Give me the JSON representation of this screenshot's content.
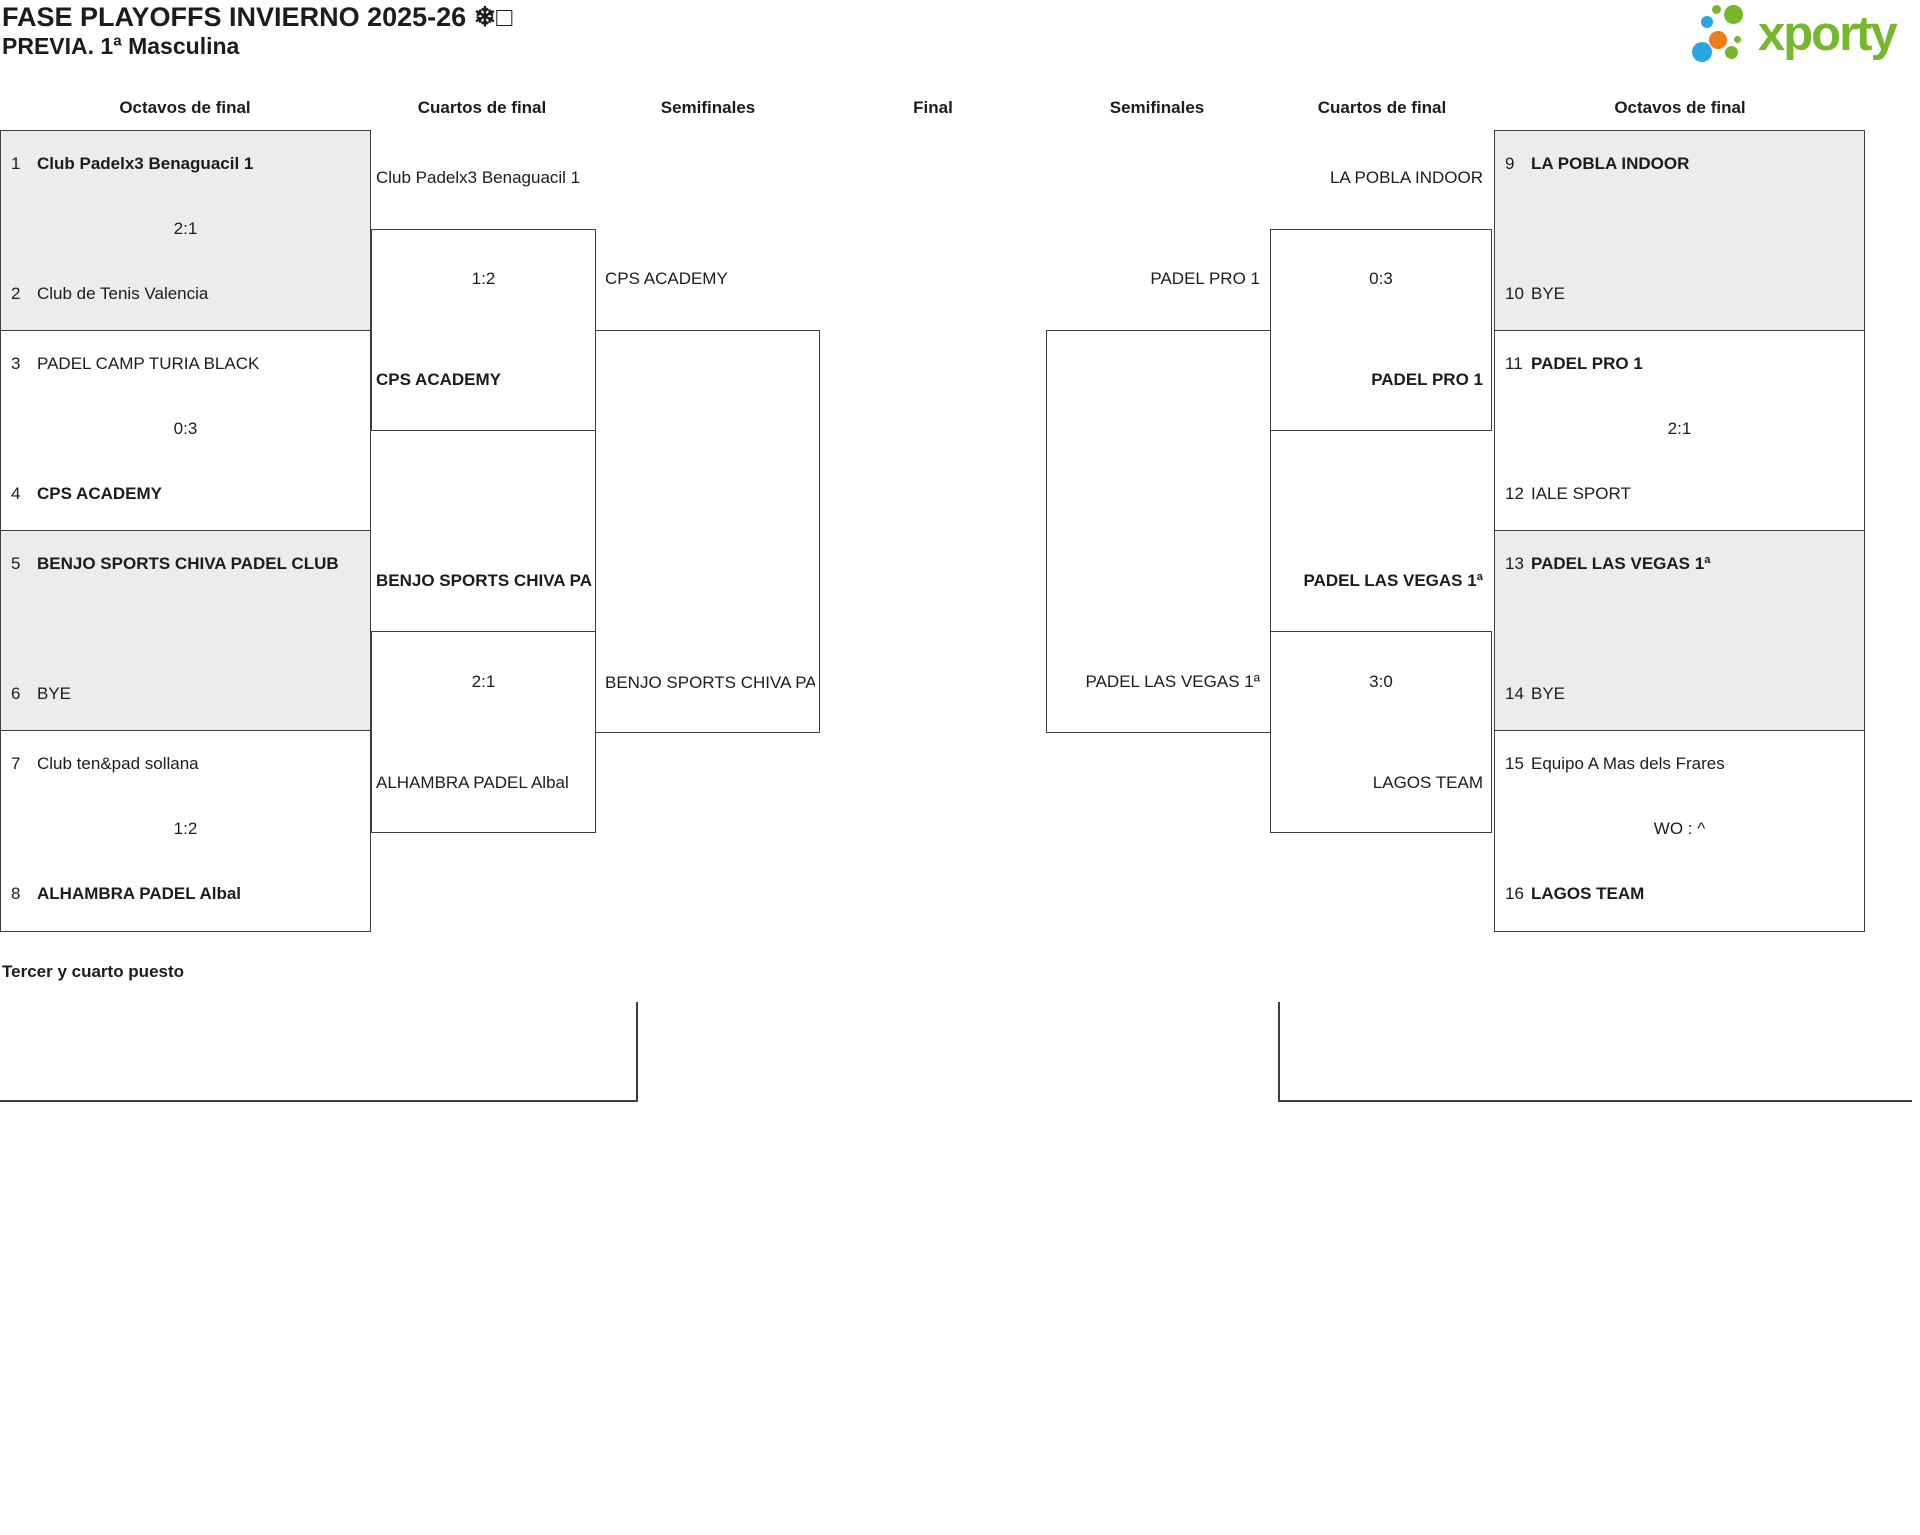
{
  "header": {
    "title": "FASE PLAYOFFS INVIERNO 2025-26 ❄□",
    "subtitle": "PREVIA. 1ª Masculina",
    "logo": {
      "text": "xporty",
      "green": "#76b82d",
      "blue": "#2aa7e0",
      "orange": "#ec7b1c"
    }
  },
  "columns": {
    "octavos_left": "Octavos de final",
    "cuartos_left": "Cuartos de final",
    "semis_left": "Semifinales",
    "final": "Final",
    "semis_right": "Semifinales",
    "cuartos_right": "Cuartos de final",
    "octavos_right": "Octavos de final"
  },
  "bracket": {
    "octavos_left": [
      {
        "seed1": "1",
        "team1": "Club Padelx3 Benaguacil 1",
        "bold1": true,
        "score": "2:1",
        "seed2": "2",
        "team2": "Club de Tenis Valencia",
        "bold2": false
      },
      {
        "seed1": "3",
        "team1": "PADEL CAMP TURIA BLACK",
        "bold1": false,
        "score": "0:3",
        "seed2": "4",
        "team2": "CPS ACADEMY",
        "bold2": true
      },
      {
        "seed1": "5",
        "team1": "BENJO SPORTS CHIVA PADEL CLUB",
        "bold1": true,
        "score": "",
        "seed2": "6",
        "team2": "BYE",
        "bold2": false
      },
      {
        "seed1": "7",
        "team1": "Club ten&pad sollana",
        "bold1": false,
        "score": "1:2",
        "seed2": "8",
        "team2": "ALHAMBRA PADEL Albal",
        "bold2": true
      }
    ],
    "cuartos_left": [
      {
        "team1": "Club Padelx3 Benaguacil 1",
        "bold1": false,
        "score": "1:2",
        "team2": "CPS ACADEMY",
        "bold2": true
      },
      {
        "team1": "BENJO SPORTS CHIVA PADEL CLUB",
        "bold1": true,
        "score": "2:1",
        "team2": "ALHAMBRA PADEL Albal",
        "bold2": false
      }
    ],
    "semis_left": {
      "team1": "CPS ACADEMY",
      "team2": "BENJO SPORTS CHIVA PADEL CLUB"
    },
    "semis_right": {
      "team1": "PADEL PRO 1",
      "team2": "PADEL LAS VEGAS 1ª"
    },
    "cuartos_right": [
      {
        "team1": "LA POBLA INDOOR",
        "bold1": false,
        "score": "0:3",
        "team2": "PADEL PRO 1",
        "bold2": true
      },
      {
        "team1": "PADEL LAS VEGAS 1ª",
        "bold1": true,
        "score": "3:0",
        "team2": "LAGOS TEAM",
        "bold2": false
      }
    ],
    "octavos_right": [
      {
        "seed1": "9",
        "team1": "LA POBLA INDOOR",
        "bold1": true,
        "score": "",
        "seed2": "10",
        "team2": "BYE",
        "bold2": false
      },
      {
        "seed1": "11",
        "team1": "PADEL PRO 1",
        "bold1": true,
        "score": "2:1",
        "seed2": "12",
        "team2": "IALE SPORT",
        "bold2": false
      },
      {
        "seed1": "13",
        "team1": "PADEL LAS VEGAS 1ª",
        "bold1": true,
        "score": "",
        "seed2": "14",
        "team2": "BYE",
        "bold2": false
      },
      {
        "seed1": "15",
        "team1": "Equipo A Mas dels Frares",
        "bold1": false,
        "score": "WO : ^",
        "seed2": "16",
        "team2": "LAGOS TEAM",
        "bold2": true
      }
    ]
  },
  "third_place": {
    "label": "Tercer y cuarto puesto"
  }
}
